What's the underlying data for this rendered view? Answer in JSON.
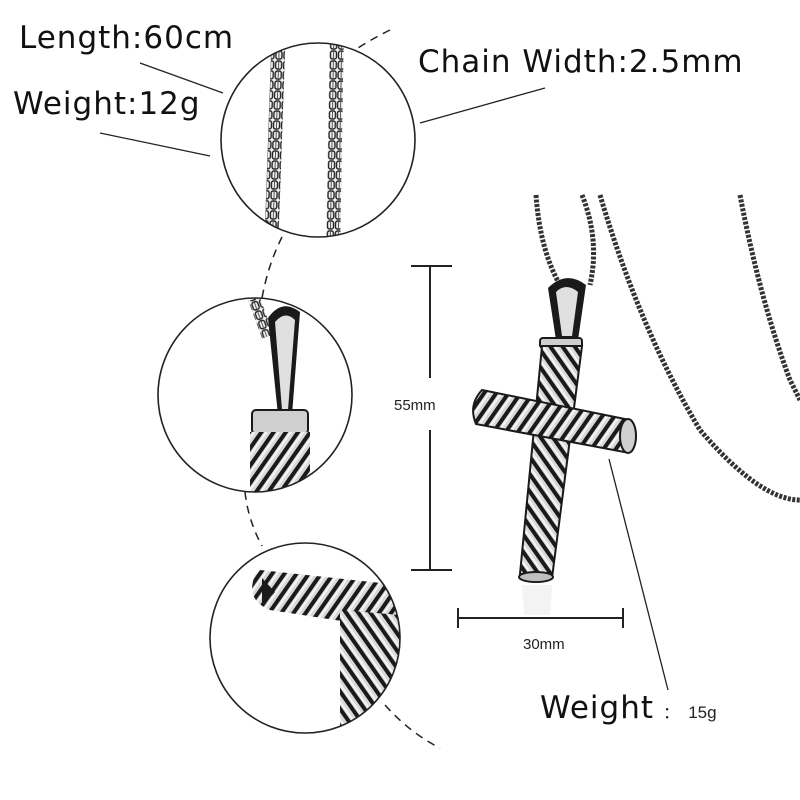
{
  "specs": {
    "length": "Length:60cm",
    "chain_weight": "Weight:12g",
    "chain_width": "Chain Width:2.5mm",
    "pendant_height": "55mm",
    "pendant_width": "30mm",
    "pendant_weight_label": "Weight",
    "pendant_weight_sep": "：",
    "pendant_weight_value": "15g"
  },
  "detail_views": [
    {
      "name": "chain-closeup"
    },
    {
      "name": "bail-closeup"
    },
    {
      "name": "cross-arm-closeup"
    }
  ],
  "colors": {
    "background": "#ffffff",
    "line": "#222222",
    "metal_dark": "#1a1a1a",
    "metal_light": "#e6e6e6"
  }
}
